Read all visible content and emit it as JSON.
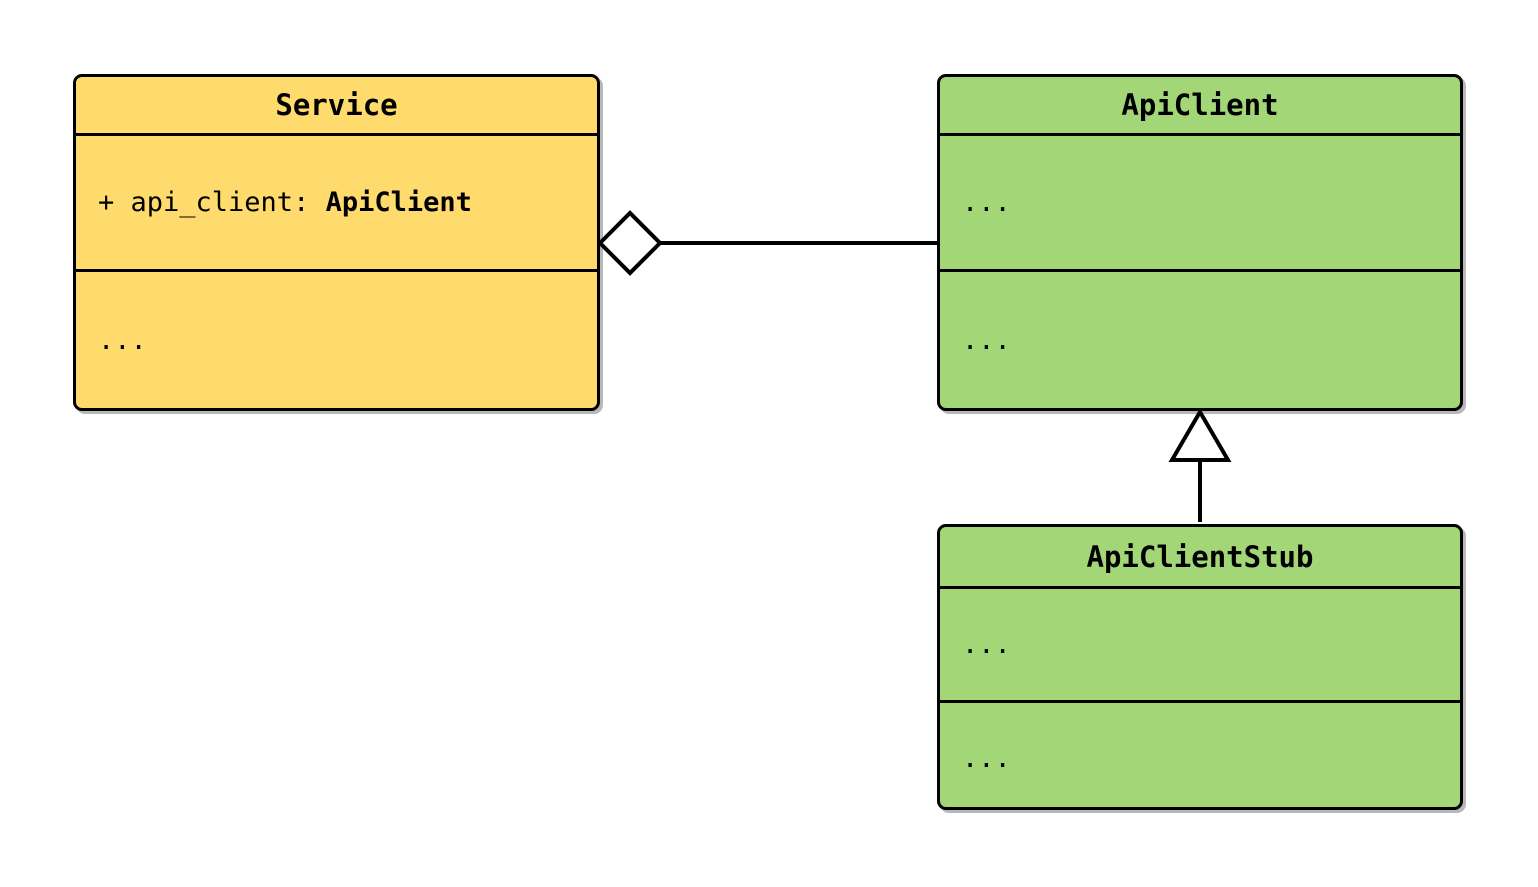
{
  "diagram": {
    "kind": "uml-class-diagram",
    "background_color": "#ffffff",
    "line_color": "#000000"
  },
  "classes": [
    {
      "id": "service",
      "name": "Service",
      "fill_color": "#FFDB6E",
      "attributes_label": "+ api_client: ",
      "attributes_type": "ApiClient",
      "operations_label": "..."
    },
    {
      "id": "apiclient",
      "name": "ApiClient",
      "fill_color": "#A2D676",
      "attributes_label": "...",
      "operations_label": "..."
    },
    {
      "id": "apiclientstub",
      "name": "ApiClientStub",
      "fill_color": "#A2D676",
      "attributes_label": "...",
      "operations_label": "..."
    }
  ],
  "relationships": [
    {
      "id": "service-aggregates-apiclient",
      "type": "aggregation",
      "marker": "hollow-diamond",
      "source": "Service",
      "target": "ApiClient"
    },
    {
      "id": "apiclientstub-inherits-apiclient",
      "type": "generalization",
      "marker": "hollow-triangle",
      "source": "ApiClientStub",
      "target": "ApiClient"
    }
  ]
}
